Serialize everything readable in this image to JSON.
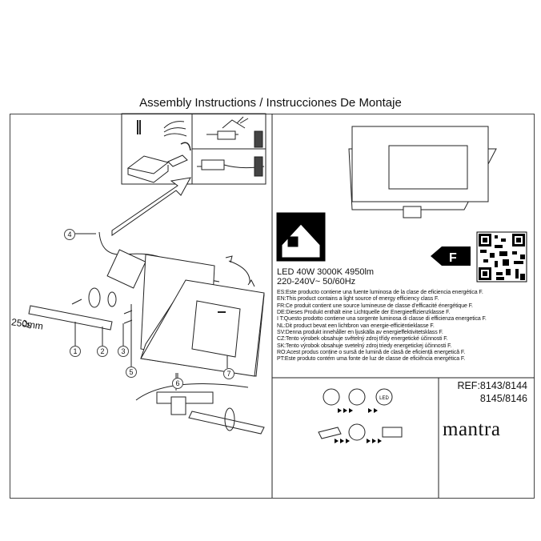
{
  "header": {
    "title": "Assembly Instructions / Instrucciones De Montaje"
  },
  "product": {
    "spec_line1": "LED 40W 3000K 4950lm",
    "spec_line2": "220-240V~ 50/60Hz",
    "energy_class": "F",
    "references": [
      "REF:8143/8144",
      "8145/8146"
    ],
    "brand": "mantra"
  },
  "energy_statements": [
    "ES:Este producto contiene una fuente luminosa de la clase de eficiencia energética F.",
    "EN:This product contains a light source of energy efficiency class F.",
    "FR:Ce produit contient une source lumineuse de classe d'efficacité énergétique F.",
    "DE:Dieses Produkt enthält eine Lichtquelle der Energieeffizienzklasse F.",
    "I T:Questo prodotto contiene una sorgente luminosa di classe di efficienza energetica F.",
    "NL:Dit product bevat een lichtbron van energie-efficiëntieklasse F.",
    "SV:Denna produkt innehåller en ljuskälla av energieffektivitetsklass F.",
    "CZ:Tento výrobek obsahuje světelný zdroj třídy energetické účinnosti F.",
    "SK:Tento výrobok obsahuje svetelný zdroj triedy energetickej účinnosti F.",
    "RO:Acest produs conține o sursă de lumină de clasă de eficiență energetică F.",
    "PT:Este produto contém uma fonte de luz de classe de eficiência energética F."
  ],
  "diagram": {
    "dimension_label": "250mm",
    "callouts": [
      "1",
      "2",
      "3",
      "4",
      "5",
      "6",
      "7"
    ],
    "icon_led_label": "LED"
  },
  "icons": [
    "screwdriver-icon",
    "household-icon",
    "qr-code-icon",
    "energy-arrow-icon",
    "recycle-icon",
    "arrow-right-icon"
  ]
}
